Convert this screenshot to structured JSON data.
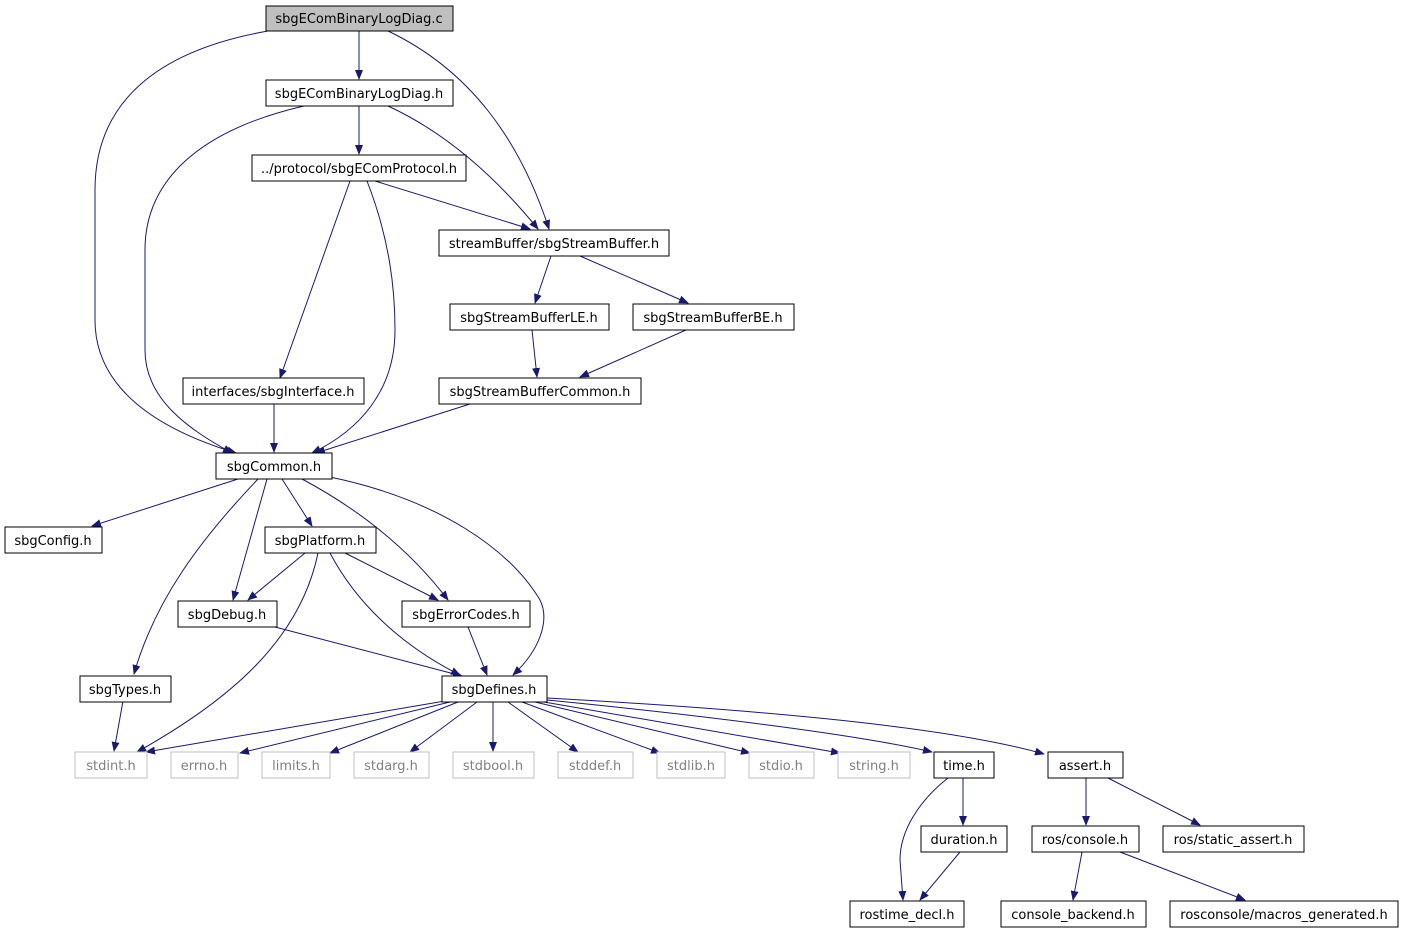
{
  "nodes": [
    {
      "id": "root",
      "label": "sbgEComBinaryLogDiag.c",
      "kind": "root"
    },
    {
      "id": "logdiag_h",
      "label": "sbgEComBinaryLogDiag.h",
      "kind": "file"
    },
    {
      "id": "protocol",
      "label": "../protocol/sbgEComProtocol.h",
      "kind": "file"
    },
    {
      "id": "streambuf",
      "label": "streamBuffer/sbgStreamBuffer.h",
      "kind": "file"
    },
    {
      "id": "sb_le",
      "label": "sbgStreamBufferLE.h",
      "kind": "file"
    },
    {
      "id": "sb_be",
      "label": "sbgStreamBufferBE.h",
      "kind": "file"
    },
    {
      "id": "interface",
      "label": "interfaces/sbgInterface.h",
      "kind": "file"
    },
    {
      "id": "sb_common",
      "label": "sbgStreamBufferCommon.h",
      "kind": "file"
    },
    {
      "id": "common",
      "label": "sbgCommon.h",
      "kind": "file"
    },
    {
      "id": "config",
      "label": "sbgConfig.h",
      "kind": "file"
    },
    {
      "id": "platform",
      "label": "sbgPlatform.h",
      "kind": "file"
    },
    {
      "id": "debug",
      "label": "sbgDebug.h",
      "kind": "file"
    },
    {
      "id": "errcodes",
      "label": "sbgErrorCodes.h",
      "kind": "file"
    },
    {
      "id": "types",
      "label": "sbgTypes.h",
      "kind": "file"
    },
    {
      "id": "defines",
      "label": "sbgDefines.h",
      "kind": "file"
    },
    {
      "id": "stdint",
      "label": "stdint.h",
      "kind": "system"
    },
    {
      "id": "errno",
      "label": "errno.h",
      "kind": "system"
    },
    {
      "id": "limits",
      "label": "limits.h",
      "kind": "system"
    },
    {
      "id": "stdarg",
      "label": "stdarg.h",
      "kind": "system"
    },
    {
      "id": "stdbool",
      "label": "stdbool.h",
      "kind": "system"
    },
    {
      "id": "stddef",
      "label": "stddef.h",
      "kind": "system"
    },
    {
      "id": "stdlib",
      "label": "stdlib.h",
      "kind": "system"
    },
    {
      "id": "stdio",
      "label": "stdio.h",
      "kind": "system"
    },
    {
      "id": "string",
      "label": "string.h",
      "kind": "system"
    },
    {
      "id": "time",
      "label": "time.h",
      "kind": "file"
    },
    {
      "id": "assert",
      "label": "assert.h",
      "kind": "file"
    },
    {
      "id": "duration",
      "label": "duration.h",
      "kind": "file"
    },
    {
      "id": "rosconsole",
      "label": "ros/console.h",
      "kind": "file"
    },
    {
      "id": "static_assert",
      "label": "ros/static_assert.h",
      "kind": "file"
    },
    {
      "id": "rostime_decl",
      "label": "rostime_decl.h",
      "kind": "file"
    },
    {
      "id": "console_backend",
      "label": "console_backend.h",
      "kind": "file"
    },
    {
      "id": "macros_generated",
      "label": "rosconsole/macros_generated.h",
      "kind": "file"
    }
  ],
  "edges": [
    [
      "root",
      "logdiag_h"
    ],
    [
      "root",
      "common"
    ],
    [
      "root",
      "streambuf"
    ],
    [
      "logdiag_h",
      "protocol"
    ],
    [
      "logdiag_h",
      "common"
    ],
    [
      "logdiag_h",
      "streambuf"
    ],
    [
      "protocol",
      "streambuf"
    ],
    [
      "protocol",
      "interface"
    ],
    [
      "protocol",
      "common"
    ],
    [
      "streambuf",
      "sb_le"
    ],
    [
      "streambuf",
      "sb_be"
    ],
    [
      "sb_le",
      "sb_common"
    ],
    [
      "sb_be",
      "sb_common"
    ],
    [
      "interface",
      "common"
    ],
    [
      "sb_common",
      "common"
    ],
    [
      "common",
      "config"
    ],
    [
      "common",
      "platform"
    ],
    [
      "common",
      "debug"
    ],
    [
      "common",
      "errcodes"
    ],
    [
      "common",
      "types"
    ],
    [
      "common",
      "defines"
    ],
    [
      "platform",
      "debug"
    ],
    [
      "platform",
      "errcodes"
    ],
    [
      "platform",
      "defines"
    ],
    [
      "platform",
      "stdint"
    ],
    [
      "debug",
      "defines"
    ],
    [
      "errcodes",
      "defines"
    ],
    [
      "types",
      "stdint"
    ],
    [
      "defines",
      "stdint"
    ],
    [
      "defines",
      "errno"
    ],
    [
      "defines",
      "limits"
    ],
    [
      "defines",
      "stdarg"
    ],
    [
      "defines",
      "stdbool"
    ],
    [
      "defines",
      "stddef"
    ],
    [
      "defines",
      "stdlib"
    ],
    [
      "defines",
      "stdio"
    ],
    [
      "defines",
      "string"
    ],
    [
      "defines",
      "time"
    ],
    [
      "defines",
      "assert"
    ],
    [
      "time",
      "duration"
    ],
    [
      "time",
      "rostime_decl"
    ],
    [
      "duration",
      "rostime_decl"
    ],
    [
      "assert",
      "rosconsole"
    ],
    [
      "assert",
      "static_assert"
    ],
    [
      "rosconsole",
      "console_backend"
    ],
    [
      "rosconsole",
      "macros_generated"
    ]
  ]
}
